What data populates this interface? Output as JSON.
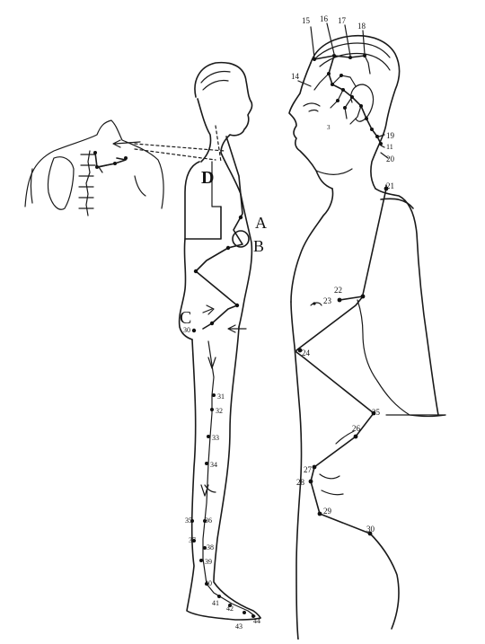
{
  "colors": {
    "ink": "#1a1a1a",
    "paper": "#ffffff"
  },
  "region_labels": {
    "a": "A",
    "b": "B",
    "c": "C",
    "d": "D"
  },
  "point_labels": {
    "p3": "3",
    "p14": "14",
    "p15": "15",
    "p16": "16",
    "p17": "17",
    "p18": "18",
    "p19": "19",
    "p20": "20",
    "p21": "21",
    "p22": "22",
    "p23": "23",
    "p24": "24",
    "p25": "25",
    "p26": "26",
    "p27": "27",
    "p28": "28",
    "p29": "29",
    "p30": "30",
    "p30b": "30",
    "p31": "31",
    "p32": "32",
    "p33": "33",
    "p34": "34",
    "p35": "35",
    "p36": "36",
    "p37": "37",
    "p38": "38",
    "p39": "39",
    "p40": "40",
    "p41": "41",
    "p42": "42",
    "p43": "43",
    "p44": "44"
  }
}
